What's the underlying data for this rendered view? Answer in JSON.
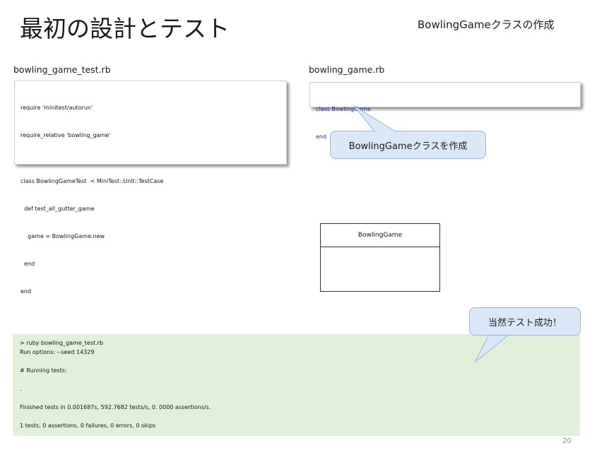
{
  "slide": {
    "title": "最初の設計とテスト",
    "subtitle": "BowlingGameクラスの作成",
    "page_number": "20"
  },
  "test_file": {
    "label": "bowling_game_test.rb",
    "lines": [
      "require 'minitest/autorun'",
      "require_relative 'bowling_game'",
      "",
      "class BowlingGameTest  < MiniTest::Unit::TestCase",
      "  def test_all_gutter_game",
      "    game = BowlingGame.new",
      "  end",
      "end"
    ]
  },
  "source_file": {
    "label": "bowling_game.rb",
    "lines": [
      "class BowlingGame",
      "end"
    ]
  },
  "callouts": {
    "create_class": "BowlingGameクラスを作成",
    "test_success": "当然テスト成功！"
  },
  "uml": {
    "class_name": "BowlingGame"
  },
  "console": {
    "lines": [
      "> ruby bowling_game_test.rb",
      "Run options: --seed 14329",
      "",
      "# Running tests:",
      "",
      ".",
      "",
      "Finished tests in 0.001687s, 592.7682 tests/s, 0. 0000 assertions/s.",
      "",
      "1 tests, 0 assertions, 0 failures, 0 errors, 0 skips"
    ]
  },
  "colors": {
    "console_bg": "#e2f0d9",
    "callout_bg": "#dbe8f8",
    "source_code_text": "#1f2a8a"
  }
}
